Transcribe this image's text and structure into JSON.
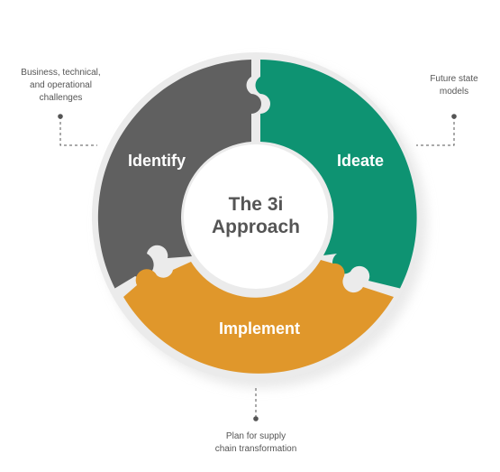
{
  "diagram": {
    "center": {
      "line1": "The 3i",
      "line2": "Approach"
    },
    "segments": [
      {
        "id": "identify",
        "label": "Identify",
        "color": "#606060",
        "note_lines": [
          "Business, technical,",
          "and operational",
          "challenges"
        ]
      },
      {
        "id": "ideate",
        "label": "Ideate",
        "color": "#0e9372",
        "note_lines": [
          "Future state",
          "models"
        ]
      },
      {
        "id": "implement",
        "label": "Implement",
        "color": "#e0972b",
        "note_lines": [
          "Plan for supply",
          "chain transformation"
        ]
      }
    ],
    "colors": {
      "connector": "#555555",
      "gap": "#ebebeb",
      "center_fill": "#ffffff",
      "center_text": "#555555"
    }
  }
}
